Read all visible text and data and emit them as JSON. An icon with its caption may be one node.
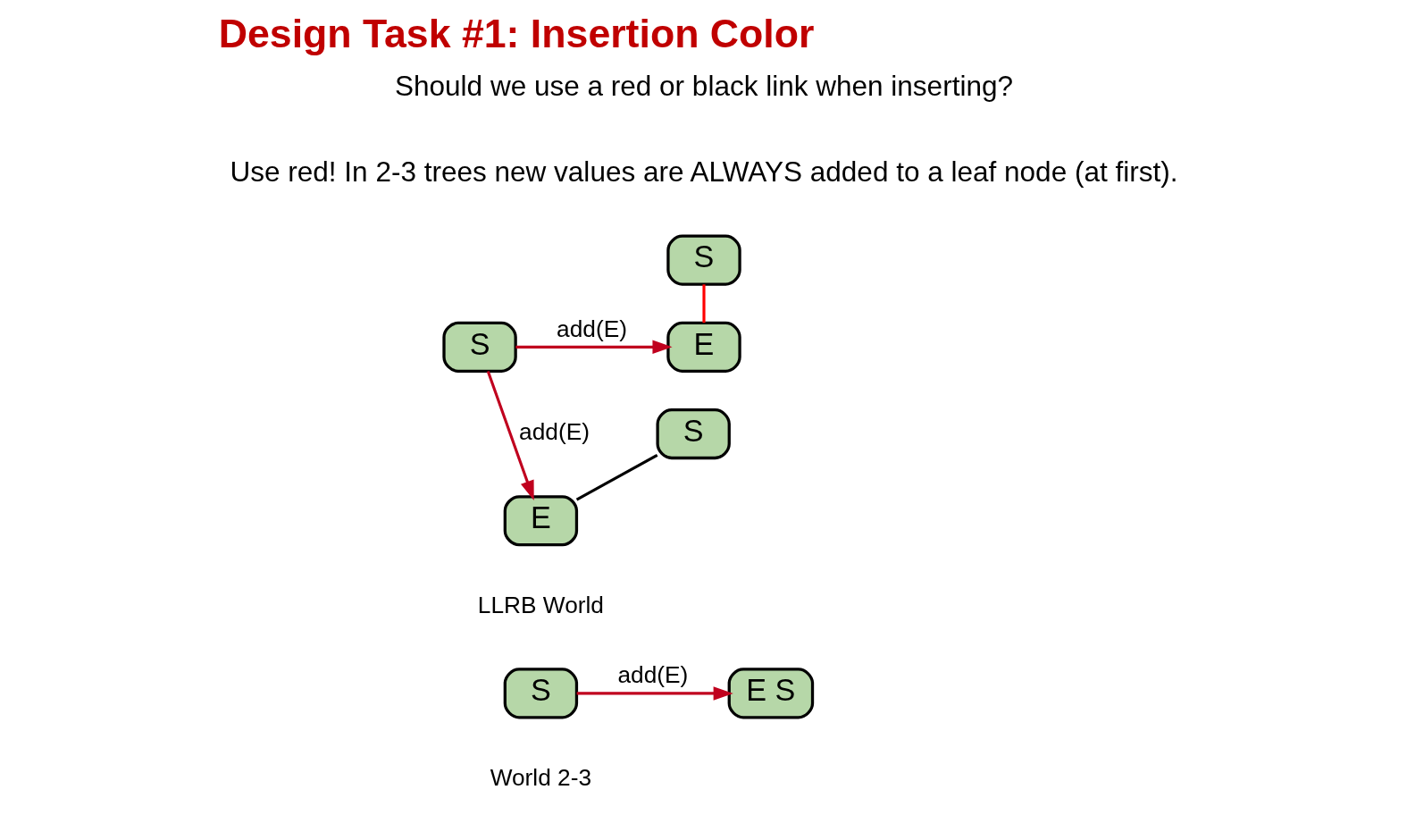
{
  "diagram": {
    "title": "Design Task #1: Insertion Color",
    "nodes": [
      {
        "text": [
          "S"
        ]
      },
      {
        "text": [
          "S"
        ]
      },
      {
        "text": [
          "E"
        ]
      },
      {
        "text": [
          "S"
        ]
      },
      {
        "text": [
          "E"
        ]
      },
      {
        "text": [
          "S"
        ]
      },
      {
        "text": [
          "E S"
        ]
      }
    ],
    "edges": [
      {
        "from": 0,
        "to": 2,
        "arrow": "to",
        "label": "add(E)"
      },
      {
        "from": 1,
        "to": 2,
        "arrow": "none",
        "color": "#ff0000"
      },
      {
        "from": 0,
        "to": 4,
        "arrow": "to",
        "label": "add(E)"
      },
      {
        "from": 3,
        "to": 4,
        "arrow": "none",
        "color": "#000000"
      },
      {
        "from": 5,
        "to": 6,
        "arrow": "to",
        "label": "add(E)"
      }
    ],
    "labels": [
      "Should we use a red or black link when inserting?",
      "Use red! In 2-3 trees new values are ALWAYS added to a leaf node (at first).",
      "LLRB World",
      "World 2-3"
    ]
  }
}
